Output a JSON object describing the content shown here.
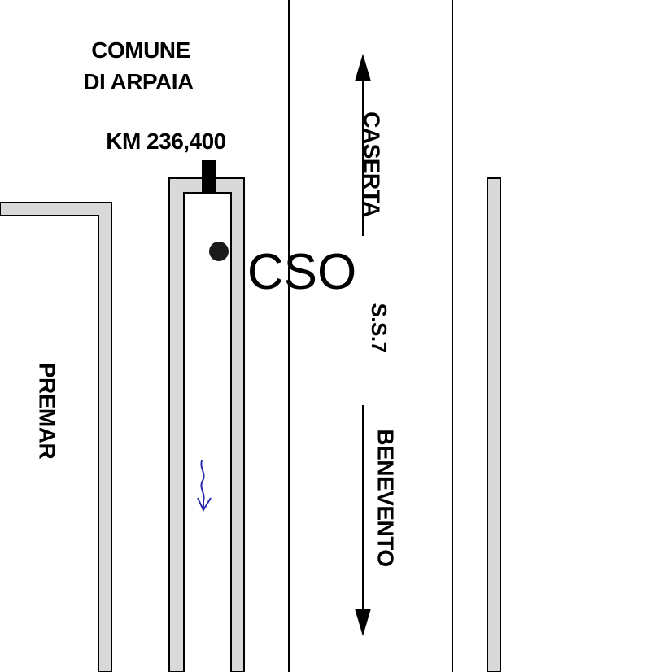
{
  "labels": {
    "municipality_line1": "COMUNE",
    "municipality_line2": "DI ARPAIA",
    "kilometer_marker": "KM 236,400",
    "site_code": "CSO",
    "road_name": "S.S.7",
    "north_destination": "CASERTA",
    "south_destination": "BENEVENTO",
    "building_name": "PREMAR"
  },
  "colors": {
    "wall_fill": "#d9d9d9",
    "outline": "#000000",
    "background": "#ffffff",
    "flow_arrow": "#2a2ab0"
  },
  "icons": {
    "site_marker": "point-marker-icon",
    "north_direction": "arrow-up-icon",
    "south_direction": "arrow-down-icon",
    "flow_direction": "squiggle-arrow-icon"
  }
}
